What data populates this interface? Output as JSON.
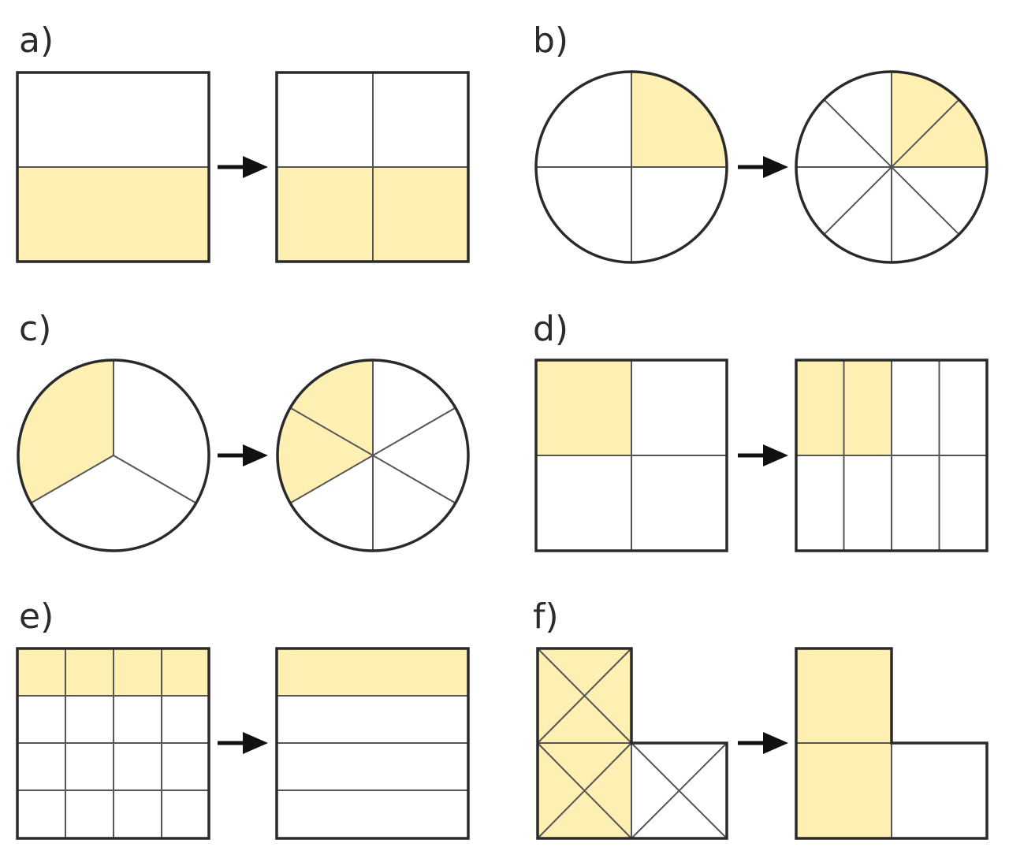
{
  "panels": [
    {
      "id": "a",
      "label": "a)"
    },
    {
      "id": "b",
      "label": "b)"
    },
    {
      "id": "c",
      "label": "c)"
    },
    {
      "id": "d",
      "label": "d)"
    },
    {
      "id": "e",
      "label": "e)"
    },
    {
      "id": "f",
      "label": "f)"
    }
  ],
  "colors": {
    "shade": "#fdf0b2",
    "outline": "#2a2a2a",
    "divider": "#555555",
    "arrow": "#111111"
  }
}
